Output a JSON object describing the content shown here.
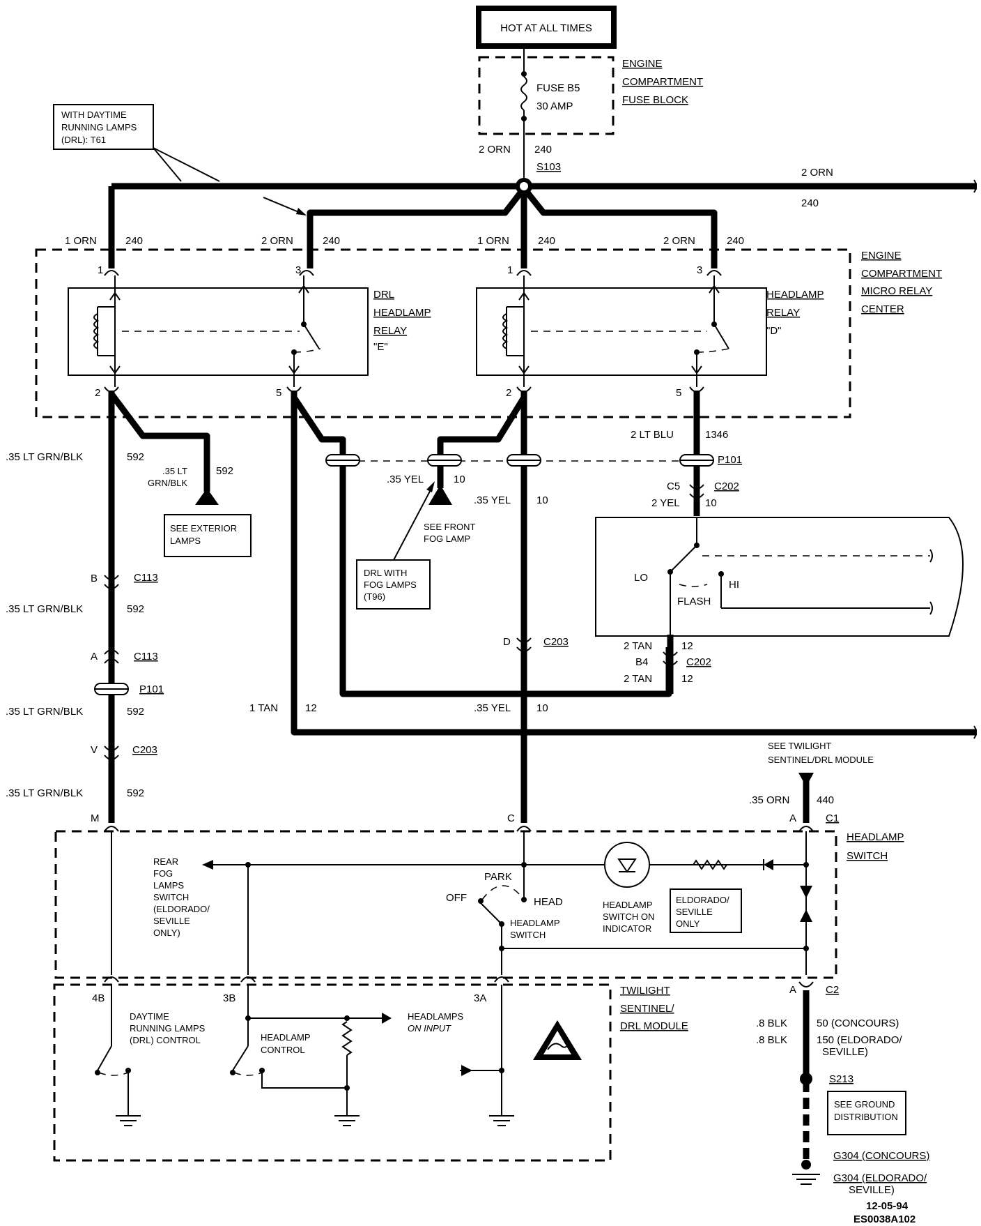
{
  "top": {
    "hot": "HOT AT ALL TIMES"
  },
  "fuse": {
    "name": "FUSE B5",
    "amp": "30 AMP",
    "block_l1": "ENGINE",
    "block_l2": "COMPARTMENT",
    "block_l3": "FUSE BLOCK"
  },
  "note_drl": {
    "l1": "WITH DAYTIME",
    "l2": "RUNNING LAMPS",
    "l3": "(DRL): T61"
  },
  "wires": {
    "orn2": "2 ORN",
    "orn1": "1 ORN",
    "c240": "240",
    "s103": "S103",
    "ltgrn": ".35 LT GRN/BLK",
    "c592": "592",
    "ltgrn_a": ".35 LT",
    "ltgrn_b": "GRN/BLK",
    "yel35": ".35 YEL",
    "c10": "10",
    "ltblu": "2 LT BLU",
    "c1346": "1346",
    "yel2": "2 YEL",
    "tan2": "2 TAN",
    "c12": "12",
    "tan1": "1 TAN",
    "orn35": ".35 ORN",
    "c440": "440",
    "blk8": ".8 BLK",
    "c50": "50 (CONCOURS)",
    "c150": "150 (ELDORADO/",
    "c150b": "SEVILLE)"
  },
  "relay_center": {
    "l1": "ENGINE",
    "l2": "COMPARTMENT",
    "l3": "MICRO RELAY",
    "l4": "CENTER"
  },
  "drl_relay": {
    "l1": "DRL",
    "l2": "HEADLAMP",
    "l3": "RELAY",
    "l4": "\"E\""
  },
  "hl_relay": {
    "l1": "HEADLAMP",
    "l2": "RELAY",
    "l3": "\"D\""
  },
  "pins": {
    "p1": "1",
    "p2": "2",
    "p3": "3",
    "p5": "5",
    "b": "B",
    "a": "A",
    "v": "V",
    "m": "M",
    "d": "D",
    "c": "C",
    "c5": "C5",
    "b4": "B4",
    "p4b": "4B",
    "p3b": "3B",
    "p3a": "3A"
  },
  "connectors": {
    "c113": "C113",
    "p101": "P101",
    "c203": "C203",
    "c202": "C202",
    "c1": "C1",
    "c2": "C2"
  },
  "refs": {
    "ext_l1": "SEE EXTERIOR",
    "ext_l2": "LAMPS",
    "fog_l1": "SEE FRONT",
    "fog_l2": "FOG LAMP",
    "drlfog_l1": "DRL WITH",
    "drlfog_l2": "FOG LAMPS",
    "drlfog_l3": "(T96)",
    "twi_l1": "SEE TWILIGHT",
    "twi_l2": "SENTINEL/DRL MODULE",
    "gnd_l1": "SEE GROUND",
    "gnd_l2": "DISTRIBUTION"
  },
  "dimmer": {
    "lo": "LO",
    "hi": "HI",
    "flash": "FLASH"
  },
  "hl_switch": {
    "label_l1": "HEADLAMP",
    "label_l2": "SWITCH",
    "rear_l1": "REAR",
    "rear_l2": "FOG",
    "rear_l3": "LAMPS",
    "rear_l4": "SWITCH",
    "rear_l5": "(ELDORADO/",
    "rear_l6": "SEVILLE",
    "rear_l7": "ONLY)",
    "park": "PARK",
    "off": "OFF",
    "head": "HEAD",
    "sw_l1": "HEADLAMP",
    "sw_l2": "SWITCH",
    "ind_l1": "HEADLAMP",
    "ind_l2": "SWITCH ON",
    "ind_l3": "INDICATOR",
    "only_l1": "ELDORADO/",
    "only_l2": "SEVILLE",
    "only_l3": "ONLY"
  },
  "module": {
    "l1": "TWILIGHT",
    "l2": "SENTINEL/",
    "l3": "DRL MODULE",
    "drl_l1": "DAYTIME",
    "drl_l2": "RUNNING LAMPS",
    "drl_l3": "(DRL) CONTROL",
    "hc_l1": "HEADLAMP",
    "hc_l2": "CONTROL",
    "hon_l1": "HEADLAMPS",
    "hon_l2": "ON INPUT"
  },
  "ground": {
    "s213": "S213",
    "g304a": "G304 (CONCOURS)",
    "g304b": "G304 (ELDORADO/",
    "g304c": "SEVILLE)"
  },
  "footer": {
    "date": "12-05-94",
    "code": "ES0038A102"
  }
}
